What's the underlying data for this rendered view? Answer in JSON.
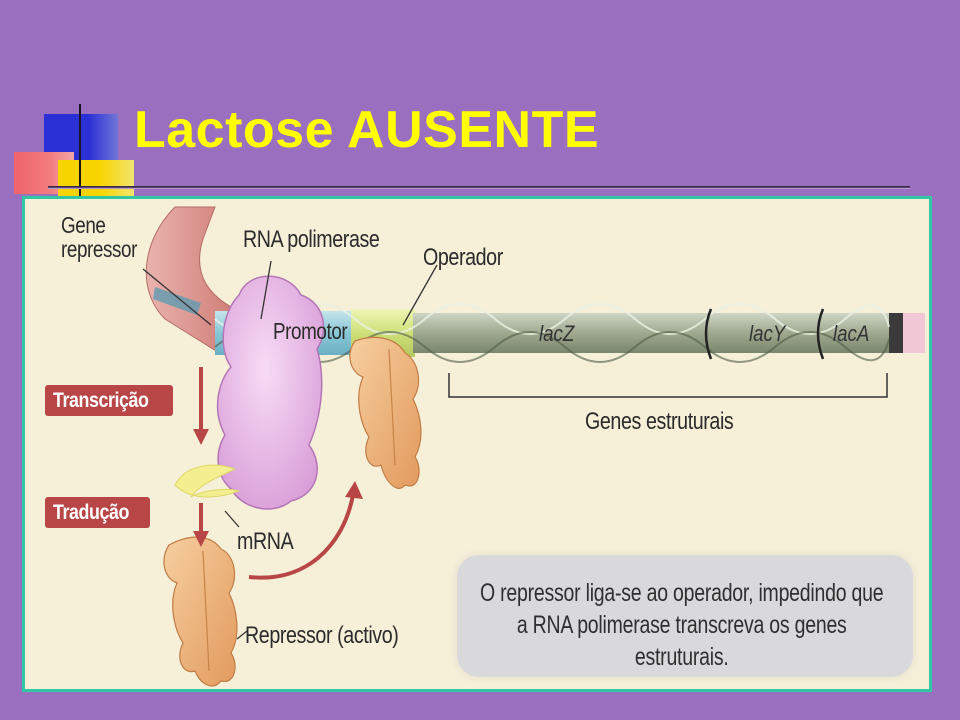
{
  "slide": {
    "title": "Lactose AUSENTE"
  },
  "diagram": {
    "labels": {
      "gene_repressor": "Gene repressor",
      "rna_polymerase": "RNA polimerase",
      "operator": "Operador",
      "promoter": "Promotor",
      "mrna": "mRNA",
      "repressor_active": "Repressor (activo)",
      "structural_genes": "Genes estruturais"
    },
    "genes": [
      "lacZ",
      "lacY",
      "lacA"
    ],
    "steps": {
      "transcription": "Transcrição",
      "translation": "Tradução"
    },
    "note": "O repressor liga-se ao operador, impedindo que a RNA polimerase transcreva os genes estruturais."
  },
  "colors": {
    "background": "#9b6fbf",
    "title": "#ffff00",
    "frame_border": "#2fc7a4",
    "step_badge": "#b94646",
    "dna_promoter": "#9fd3de",
    "dna_operator": "#d7e98a",
    "dna_structural": "#9fae91",
    "dna_repressor_gene": "#d98d86",
    "rna_polymerase": "#e7b6e6",
    "repressor_protein": "#f1bb82",
    "mrna": "#f3f08e"
  }
}
